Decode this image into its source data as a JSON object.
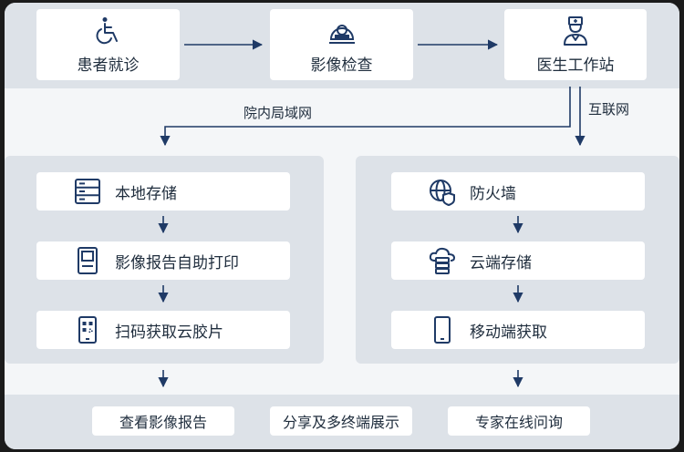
{
  "top_nodes": {
    "patient": "患者就诊",
    "imaging": "影像检查",
    "workstation": "医生工作站"
  },
  "edge_labels": {
    "intranet": "院内局域网",
    "internet": "互联网"
  },
  "left_chain": {
    "storage": "本地存储",
    "self_print": "影像报告自助打印",
    "scan": "扫码获取云胶片"
  },
  "right_chain": {
    "firewall": "防火墙",
    "cloud": "云端存储",
    "mobile": "移动端获取"
  },
  "bottom_nodes": {
    "view_report": "查看影像报告",
    "share": "分享及多终端展示",
    "consult": "专家在线问询"
  },
  "colors": {
    "icon": "#1f3a66",
    "arrow": "#1f3a66",
    "panel": "#dde2e8",
    "card": "#ffffff"
  }
}
